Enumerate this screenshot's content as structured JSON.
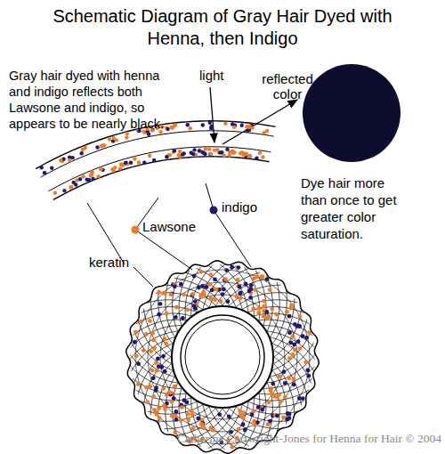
{
  "diagram": {
    "title": "Schematic Diagram of Gray Hair Dyed with Henna, then Indigo",
    "labels": [
      "Gray hair dyed with henna and indigo reflects both Lawsone and indigo, so appears to be nearly black.",
      "light",
      "reflected color",
      "Dye hair more than once to get greater color saturation.",
      "Lawsone",
      "indigo",
      "keratin",
      "Catherine Cartwright-Jones for Henna for Hair © 2004"
    ]
  }
}
